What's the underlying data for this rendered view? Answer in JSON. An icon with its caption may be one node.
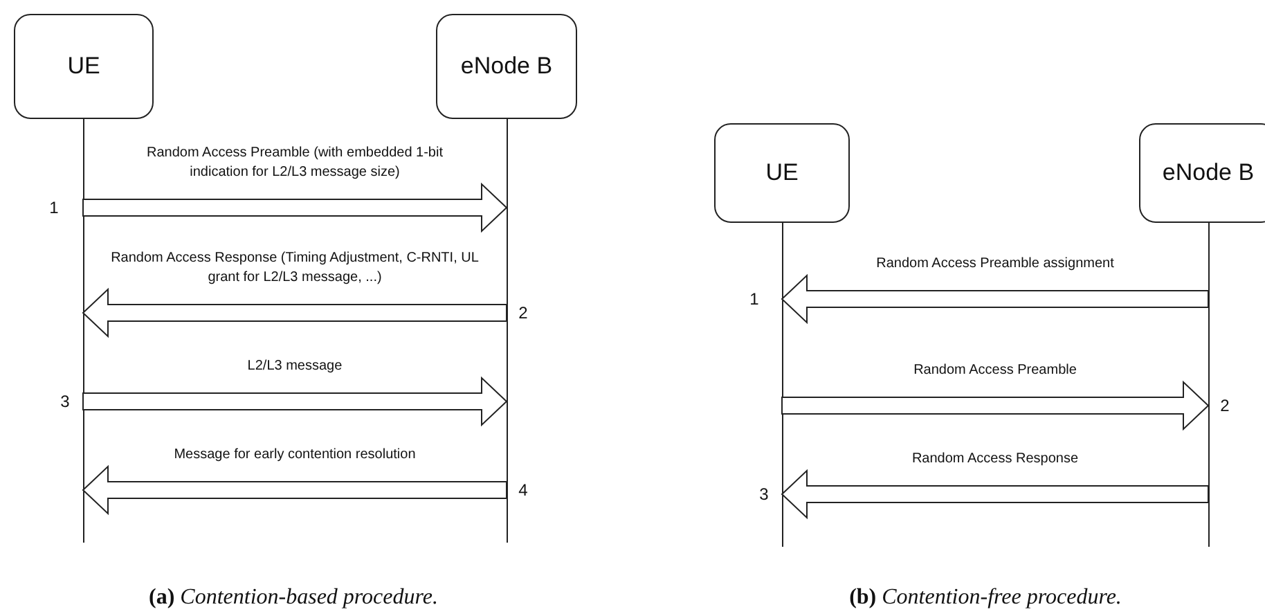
{
  "diagram": {
    "nodes": [
      {
        "text": [
          "UE"
        ]
      },
      {
        "text": [
          "eNode B"
        ]
      },
      {
        "text": [
          "UE"
        ]
      },
      {
        "text": [
          "eNode B"
        ]
      }
    ],
    "edges": [
      {
        "from": 0,
        "to": 1,
        "arrow": "to",
        "label": "Random Access Preamble (with embedded 1-bit indication for L2/L3 message size)"
      },
      {
        "from": 1,
        "to": 0,
        "arrow": "to",
        "label": "Random Access Response (Timing Adjustment, C-RNTI, UL grant for L2/L3 message, ...)"
      },
      {
        "from": 0,
        "to": 1,
        "arrow": "to",
        "label": "L2/L3 message"
      },
      {
        "from": 1,
        "to": 0,
        "arrow": "to",
        "label": "Message for early contention resolution"
      },
      {
        "from": 3,
        "to": 2,
        "arrow": "to",
        "label": "Random Access Preamble assignment"
      },
      {
        "from": 2,
        "to": 3,
        "arrow": "to",
        "label": "Random Access Preamble"
      },
      {
        "from": 3,
        "to": 2,
        "arrow": "to",
        "label": "Random Access Response"
      }
    ],
    "labels": [
      "1",
      "2",
      "3",
      "4",
      "**(a)** *Contention-based procedure.*",
      "1",
      "2",
      "3",
      "**(b)** *Contention-free procedure.*"
    ]
  }
}
